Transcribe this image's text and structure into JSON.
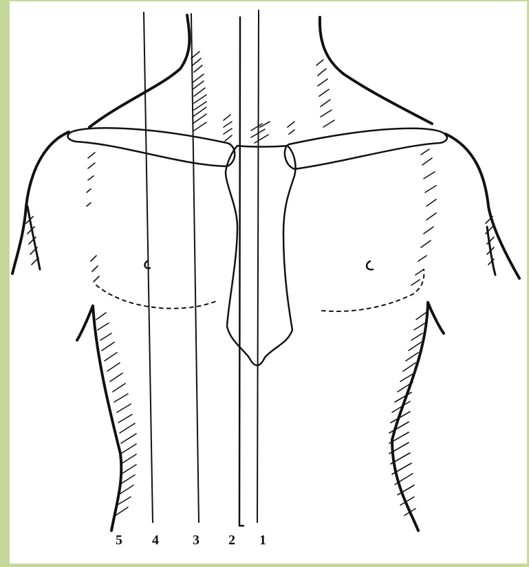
{
  "figure": {
    "lines": [
      {
        "id": "5",
        "label": "5"
      },
      {
        "id": "4",
        "label": "4"
      },
      {
        "id": "3",
        "label": "3"
      },
      {
        "id": "2",
        "label": "2"
      },
      {
        "id": "1",
        "label": "1"
      }
    ]
  },
  "colors": {
    "border": "#c5d89a",
    "background": "#ffffff",
    "ink": "#111111"
  }
}
